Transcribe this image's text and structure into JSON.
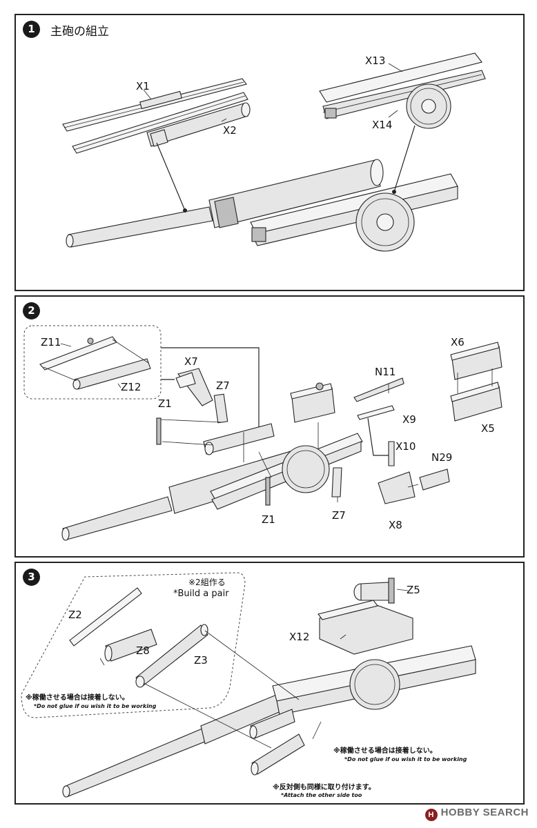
{
  "steps": [
    {
      "number": "1",
      "title": "主砲の組立",
      "labels": {
        "x1": "X1",
        "x2": "X2",
        "x13": "X13",
        "x14": "X14"
      }
    },
    {
      "number": "2",
      "labels": {
        "z11": "Z11",
        "z12": "Z12",
        "x7": "X7",
        "z7a": "Z7",
        "z1a": "Z1",
        "n11": "N11",
        "x9": "X9",
        "x10": "X10",
        "n29": "N29",
        "x6": "X6",
        "x5": "X5",
        "x8": "X8",
        "z7b": "Z7",
        "z1b": "Z1"
      }
    },
    {
      "number": "3",
      "labels": {
        "z2": "Z2",
        "z8": "Z8",
        "z3": "Z3",
        "x12": "X12",
        "z5": "Z5"
      },
      "pair_jp": "※2組作る",
      "pair_en": "*Build a pair",
      "note1_jp": "※稼働させる場合は接着しない。",
      "note1_en": "*Do not glue if ou wish it to be working",
      "note2_jp": "※稼働させる場合は接着しない。",
      "note2_en": "*Do not glue if ou wish it to be working",
      "note3_jp": "※反対側も同様に取り付けます。",
      "note3_en": "*Attach the other side too"
    }
  ],
  "watermark": "HOBBY SEARCH",
  "watermark_mark": "H",
  "icons": {
    "gear": "elevation-gear-icon",
    "barrel": "gun-barrel-icon"
  }
}
